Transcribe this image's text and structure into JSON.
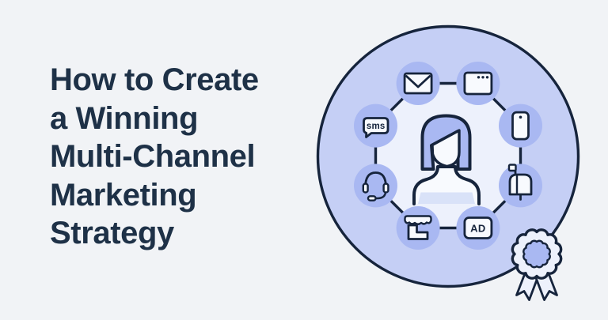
{
  "title": {
    "text": "How to Create\na Winning\nMulti-Channel\nMarketing\nStrategy"
  },
  "illustration": {
    "channels": [
      {
        "id": "email",
        "icon": "envelope-icon",
        "label": ""
      },
      {
        "id": "web",
        "icon": "browser-window-icon",
        "label": ""
      },
      {
        "id": "mobile",
        "icon": "smartphone-icon",
        "label": ""
      },
      {
        "id": "direct-mail",
        "icon": "mailbox-icon",
        "label": ""
      },
      {
        "id": "ads",
        "icon": "ad-box-icon",
        "label": "AD"
      },
      {
        "id": "store",
        "icon": "storefront-icon",
        "label": ""
      },
      {
        "id": "support",
        "icon": "headset-icon",
        "label": ""
      },
      {
        "id": "sms",
        "icon": "sms-bubble-icon",
        "label": "sms"
      }
    ],
    "center": {
      "icon": "person-avatar"
    },
    "badge": {
      "icon": "award-ribbon-icon"
    }
  },
  "colors": {
    "background": "#f1f3f6",
    "title": "#1e3147",
    "outline": "#16243c",
    "circle": "#c5cff5",
    "node": "#a9b8f2",
    "inner": "#edf1fc",
    "icon": "#f8fafe",
    "shirt": "#d9e2f8"
  }
}
